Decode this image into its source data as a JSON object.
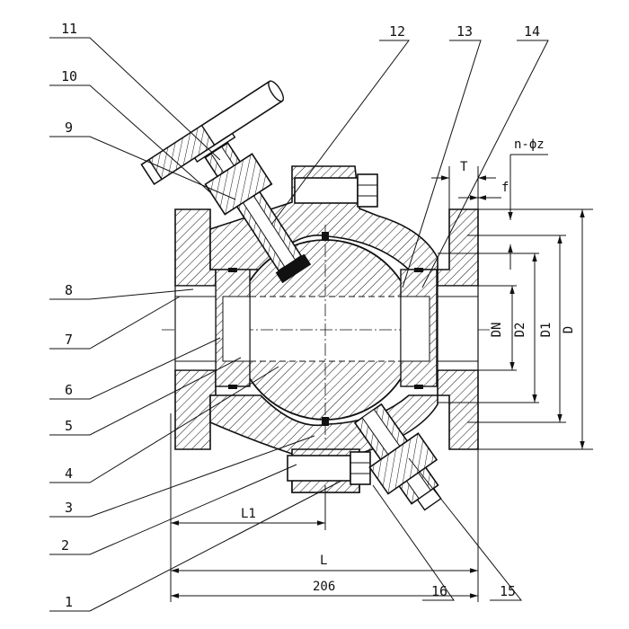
{
  "callouts": [
    {
      "id": "1",
      "text": "1"
    },
    {
      "id": "2",
      "text": "2"
    },
    {
      "id": "3",
      "text": "3"
    },
    {
      "id": "4",
      "text": "4"
    },
    {
      "id": "5",
      "text": "5"
    },
    {
      "id": "6",
      "text": "6"
    },
    {
      "id": "7",
      "text": "7"
    },
    {
      "id": "8",
      "text": "8"
    },
    {
      "id": "9",
      "text": "9"
    },
    {
      "id": "10",
      "text": "10"
    },
    {
      "id": "11",
      "text": "11"
    },
    {
      "id": "12",
      "text": "12"
    },
    {
      "id": "13",
      "text": "13"
    },
    {
      "id": "14",
      "text": "14"
    },
    {
      "id": "15",
      "text": "15"
    },
    {
      "id": "16",
      "text": "16"
    }
  ],
  "dimensions": {
    "T": "T",
    "f": "f",
    "bolt_holes": "n-ϕz",
    "DN": "DN",
    "D2": "D2",
    "D1": "D1",
    "D": "D",
    "L1": "L1",
    "L": "L",
    "overall": "206"
  }
}
